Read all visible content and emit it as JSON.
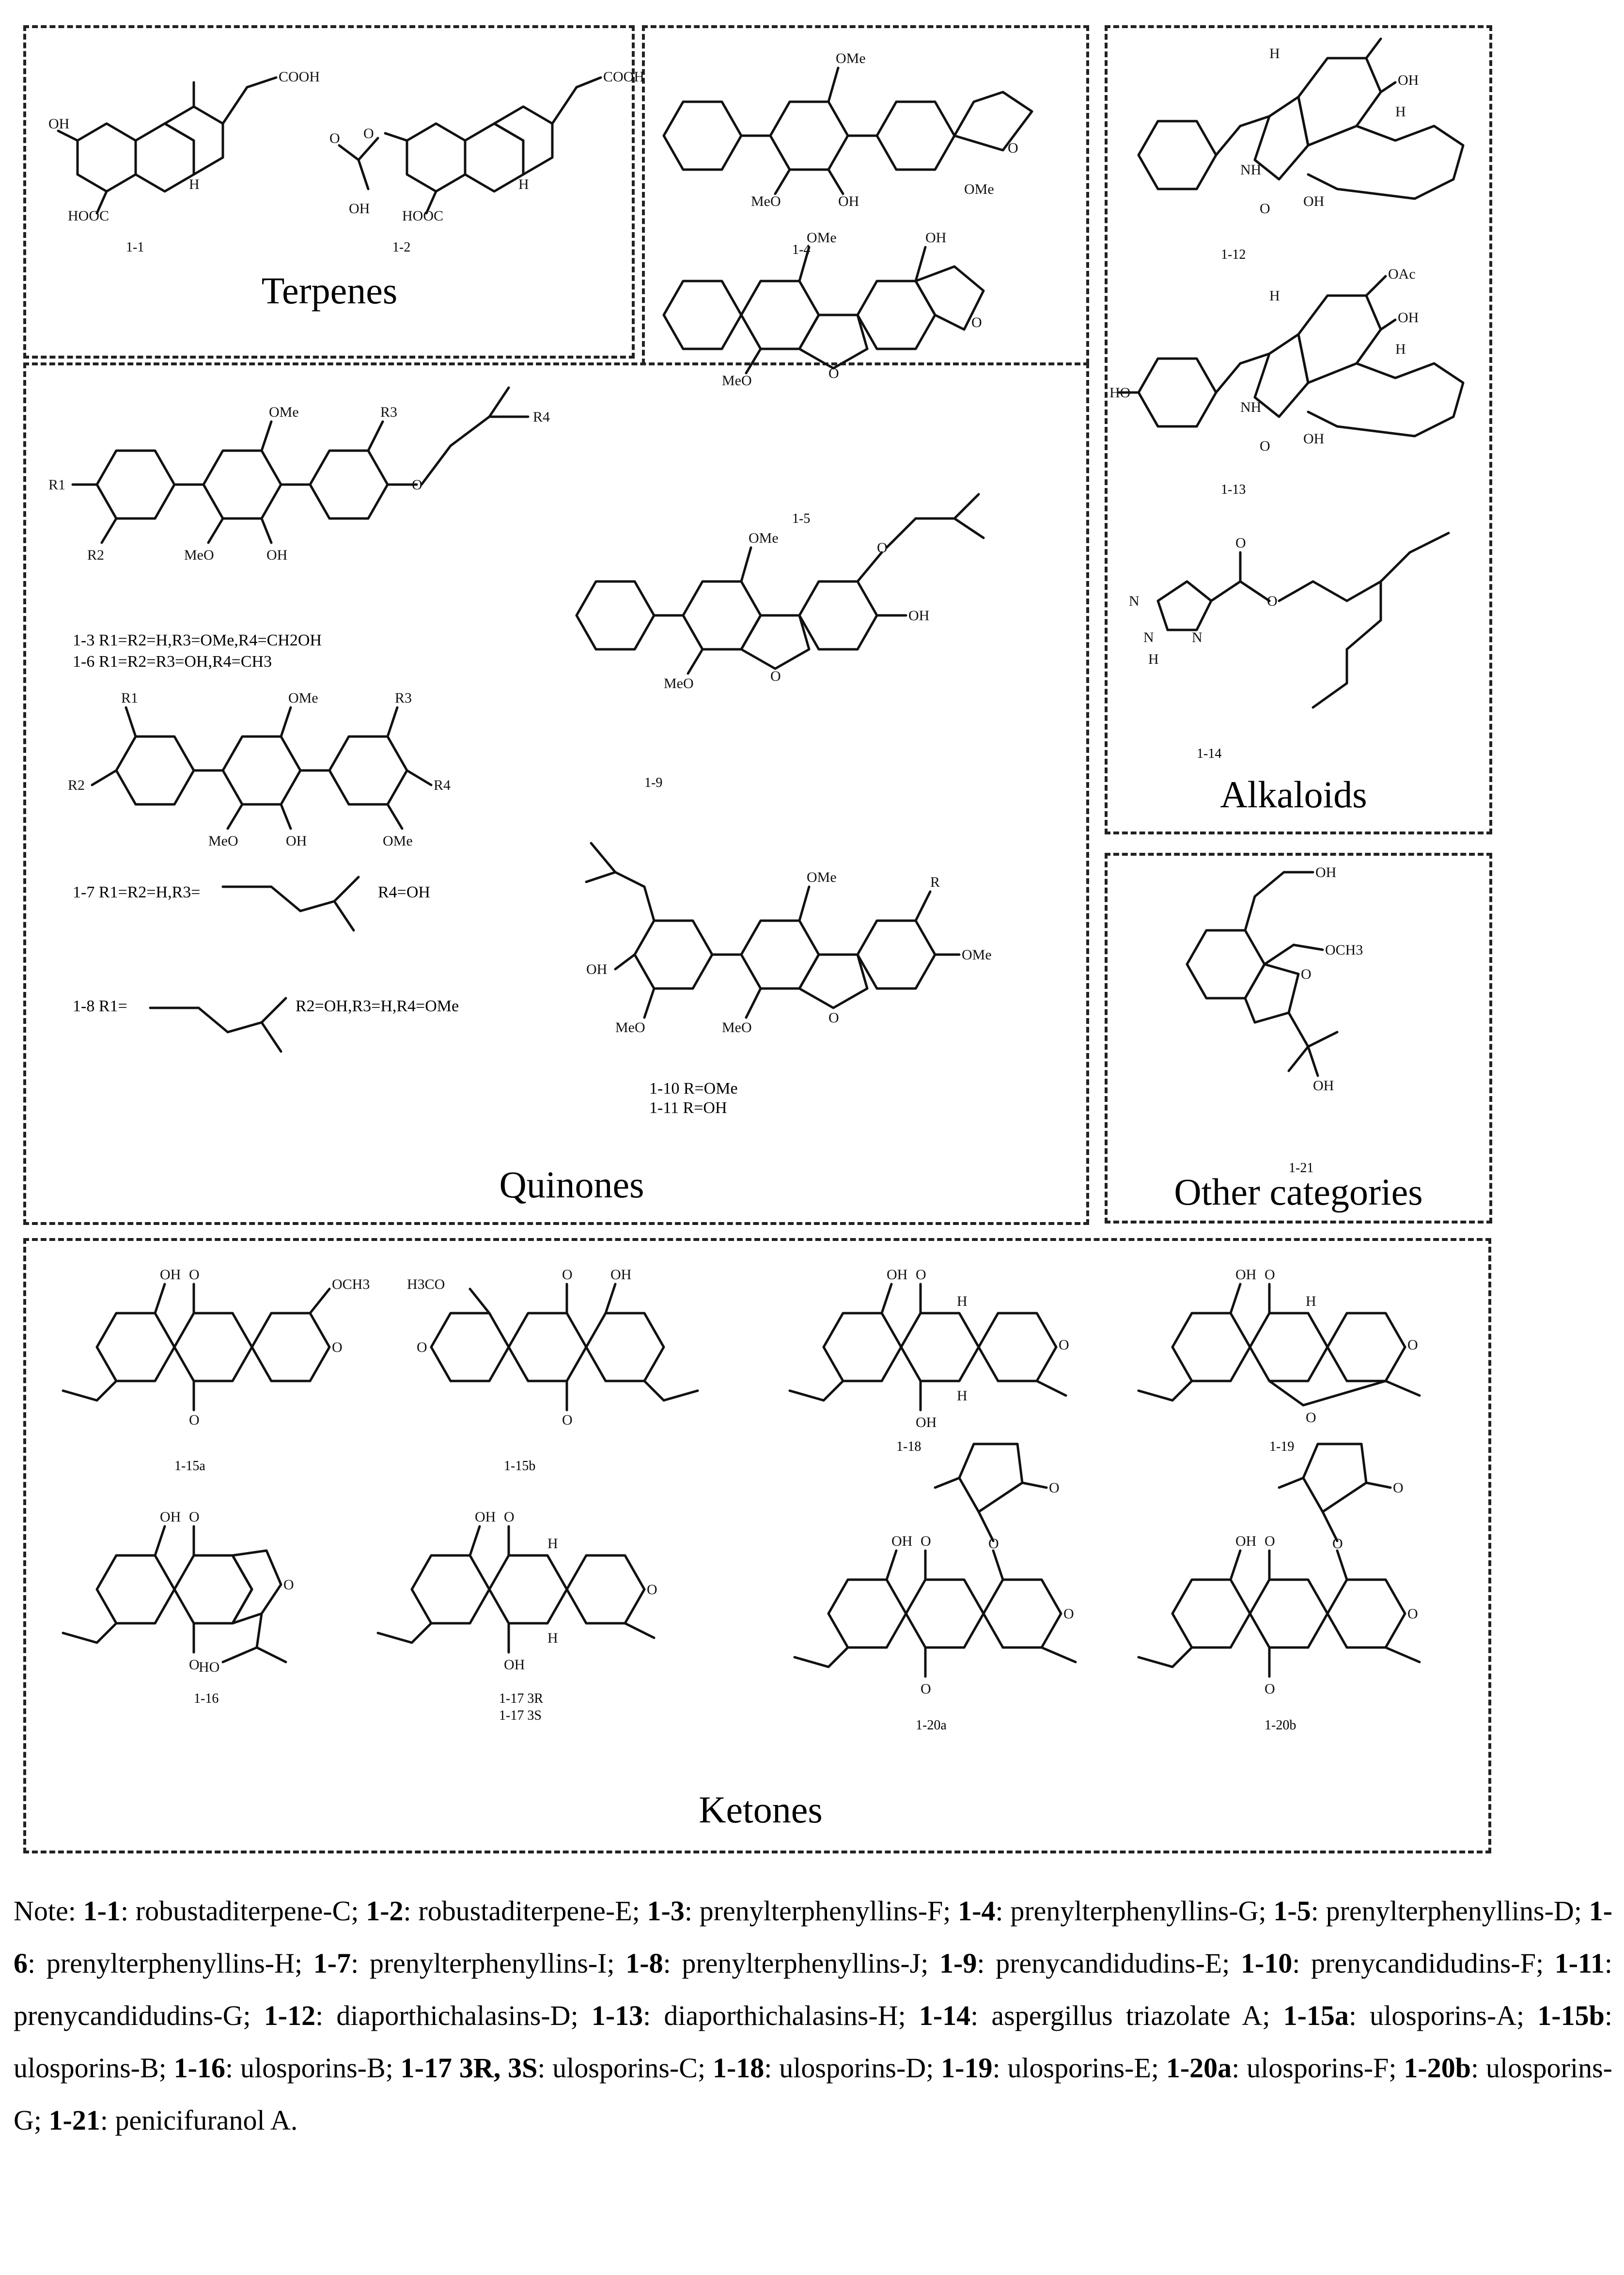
{
  "panels": {
    "terpenes": "Terpenes",
    "quinones": "Quinones",
    "alkaloids": "Alkaloids",
    "other": "Other categories",
    "ketones": "Ketones"
  },
  "compounds": {
    "c1_1": "1-1",
    "c1_2": "1-2",
    "c1_4": "1-4",
    "c1_5": "1-5",
    "c1_9": "1-9",
    "c1_10_11": [
      "1-10 R=OMe",
      "1-11 R=OH"
    ],
    "c1_3_6": [
      "1-3 R1=R2=H,R3=OMe,R4=CH2OH",
      "1-6 R1=R2=R3=OH,R4=CH3"
    ],
    "c1_7": "1-7 R1=R2=H,R3=",
    "c1_7b": "R4=OH",
    "c1_8": "1-8 R1=",
    "c1_8b": "R2=OH,R3=H,R4=OMe",
    "c1_12": "1-12",
    "c1_13": "1-13",
    "c1_14": "1-14",
    "c1_21": "1-21",
    "c1_15a": "1-15a",
    "c1_15b": "1-15b",
    "c1_18": "1-18",
    "c1_19": "1-19",
    "c1_16": "1-16",
    "c1_17": [
      "1-17 3R",
      "1-17 3S"
    ],
    "c1_20a": "1-20a",
    "c1_20b": "1-20b"
  },
  "atoms": {
    "oh": "OH",
    "ome": "OMe",
    "meo": "MeO",
    "cooh": "COOH",
    "hooc": "HOOC",
    "o": "O",
    "h": "H",
    "oac": "OAc",
    "nh": "NH",
    "ho": "HO",
    "och3": "OCH3",
    "h3co": "H3CO",
    "n": "N",
    "r": "R",
    "r1": "R1",
    "r2": "R2",
    "r3": "R3",
    "r4": "R4"
  },
  "note": {
    "prefix": "Note: ",
    "entries": [
      {
        "id": "1-1",
        "name": "robustaditerpene-C"
      },
      {
        "id": "1-2",
        "name": "robustaditerpene-E"
      },
      {
        "id": "1-3",
        "name": "prenylterphenyllins-F"
      },
      {
        "id": "1-4",
        "name": "prenylterphenyllins-G"
      },
      {
        "id": "1-5",
        "name": "prenylterphenyllins-D"
      },
      {
        "id": "1-6",
        "name": "prenylterphenyllins-H"
      },
      {
        "id": "1-7",
        "name": "prenylterphenyllins-I"
      },
      {
        "id": "1-8",
        "name": "prenylterphenyllins-J"
      },
      {
        "id": "1-9",
        "name": "prenycandidudins-E"
      },
      {
        "id": "1-10",
        "name": "prenycandidudins-F"
      },
      {
        "id": "1-11",
        "name": "prenycandidudins-G"
      },
      {
        "id": "1-12",
        "name": "diaporthichalasins-D"
      },
      {
        "id": "1-13",
        "name": "diaporthichalasins-H"
      },
      {
        "id": "1-14",
        "name": "aspergillus triazolate A"
      },
      {
        "id": "1-15a",
        "name": "ulosporins-A"
      },
      {
        "id": "1-15b",
        "name": "ulosporins-B"
      },
      {
        "id": "1-16",
        "name": "ulosporins-B"
      },
      {
        "id": "1-17 3R, 3S",
        "name": "ulosporins-C"
      },
      {
        "id": "1-18",
        "name": "ulosporins-D"
      },
      {
        "id": "1-19",
        "name": "ulosporins-E"
      },
      {
        "id": "1-20a",
        "name": "ulosporins-F"
      },
      {
        "id": "1-20b",
        "name": "ulosporins-G"
      },
      {
        "id": "1-21",
        "name": "penicifuranol A"
      }
    ]
  }
}
